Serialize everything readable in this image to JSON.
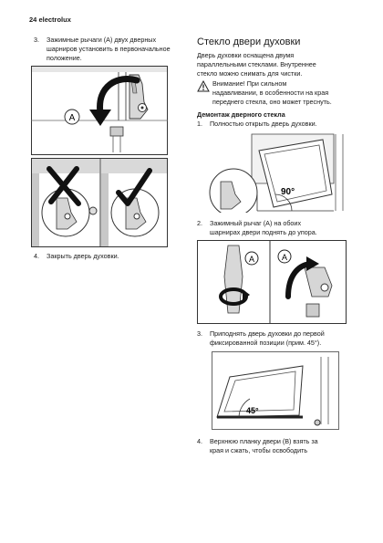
{
  "header": {
    "page_number": "24",
    "brand": "electrolux"
  },
  "left": {
    "step3": {
      "num": "3.",
      "line1": "Зажимные рычаги (А) двух дверных",
      "line2": "шарниров установить в первоначальное",
      "line3": "положение."
    },
    "fig1_label": "A",
    "step4": {
      "num": "4.",
      "text": "Закрыть дверь духовки."
    }
  },
  "right": {
    "title": "Стекло двери духовки",
    "intro": {
      "line1": "Дверь духовки оснащена двумя",
      "line2": "параллельными стеклами. Внутреннее",
      "line3": "стекло можно снимать для чистки."
    },
    "warning": {
      "line1": "Внимание! При сильном",
      "line2": "надавливании, в особенности на края",
      "line3": "переднего стекла, оно может треснуть."
    },
    "subheading": "Демонтаж дверного стекла",
    "step1": {
      "num": "1.",
      "text": "Полностью открыть дверь духовки."
    },
    "fig_open_angle": "90°",
    "step2": {
      "num": "2.",
      "line1": "Зажимный рычаг (А) на обоих",
      "line2": "шарнирах двери поднять до упора."
    },
    "fig_hinge_label_a": "A",
    "fig_hinge_label_b": "A",
    "step3": {
      "num": "3.",
      "line1": "Приподнять дверь духовки до первой",
      "line2": "фиксированной позиции (прим. 45°)."
    },
    "fig_angle": "45°",
    "step4": {
      "num": "4.",
      "line1": "Верхнюю планку двери (B) взять за",
      "line2": "края и сжать, чтобы освободить"
    }
  }
}
